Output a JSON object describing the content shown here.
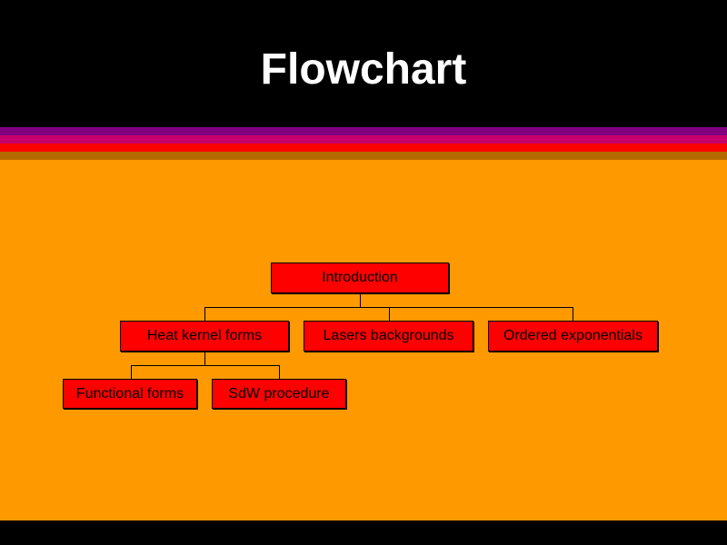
{
  "slide": {
    "title": "Flowchart"
  },
  "flowchart": {
    "root": "Introduction",
    "level1": [
      "Heat kernel forms",
      "Lasers backgrounds",
      "Ordered exponentials"
    ],
    "level2": [
      "Functional forms",
      "SdW procedure"
    ]
  },
  "colors": {
    "background": "#ff9900",
    "node_fill": "#ff0000",
    "header": "#000000",
    "stripes": [
      "#800080",
      "#c6006b",
      "#ff0000",
      "#b56a00"
    ]
  }
}
